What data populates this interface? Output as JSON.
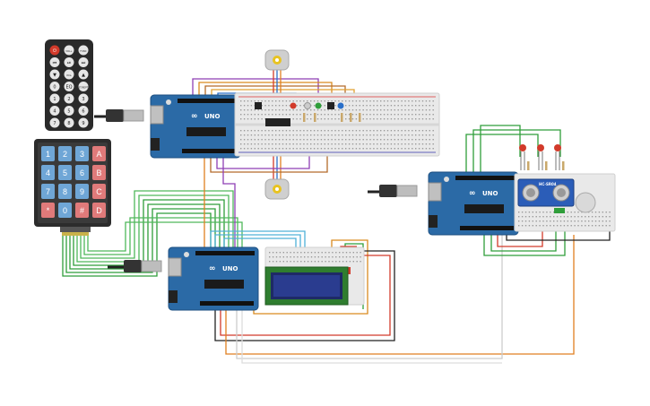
{
  "circuit": {
    "arduinos": [
      {
        "logo": "∞",
        "model": "UNO"
      },
      {
        "logo": "∞",
        "model": "UNO"
      },
      {
        "logo": "∞",
        "model": "UNO"
      }
    ],
    "keypad": {
      "keys": [
        "1",
        "2",
        "3",
        "A",
        "4",
        "5",
        "6",
        "B",
        "7",
        "8",
        "9",
        "C",
        "*",
        "0",
        "#",
        "D"
      ]
    },
    "remote": {
      "buttons": [
        "⏻",
        "VOL+",
        "FUNC",
        "⏮",
        "⏯",
        "⏭",
        "▼",
        "VOL-",
        "▲",
        "0",
        "EQ",
        "ST/REPT",
        "1",
        "2",
        "3",
        "4",
        "5",
        "6",
        "7",
        "8",
        "9"
      ]
    },
    "ultrasonic": {
      "label": "HC-SR04"
    },
    "colors": {
      "arduino": "#2b6aa6",
      "breadboard": "#e9e9e9",
      "keypad_number": "#6fa6d6",
      "keypad_letter": "#e07a7a",
      "lcd_screen": "#2a3c8f",
      "lcd_pcb": "#2f7d2f"
    }
  }
}
